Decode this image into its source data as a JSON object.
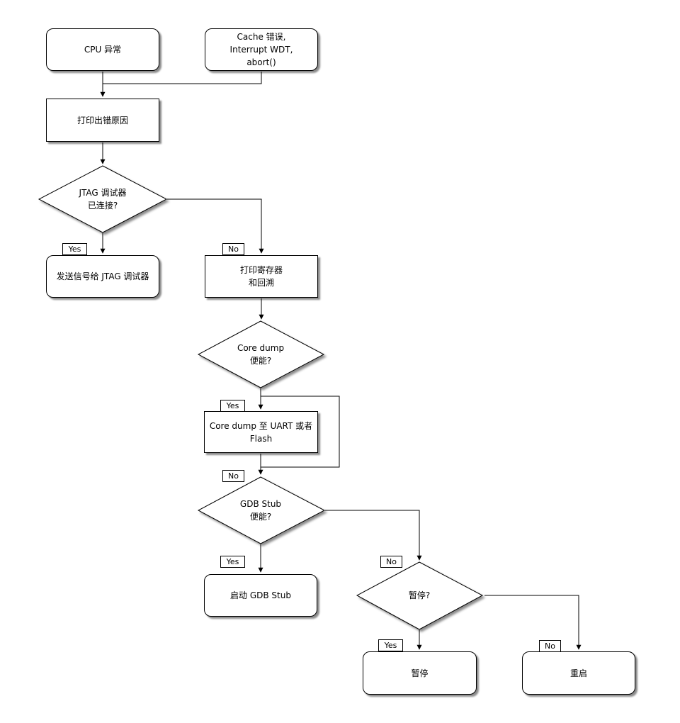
{
  "canvas": {
    "background": "#ffffff",
    "stroke_color": "#000000",
    "node_fill": "#ffffff",
    "shadow_color": "rgba(0,0,0,0.45)"
  },
  "nodes": {
    "cpu": {
      "label": "CPU 异常"
    },
    "cache": {
      "label": "Cache 错误,\nInterrupt WDT,\nabort()"
    },
    "print_reason": {
      "label": "打印出错原因"
    },
    "jtag_connected": {
      "label": "JTAG 调试器\n已连接?"
    },
    "send_signal": {
      "label": "发送信号给 JTAG 调试器"
    },
    "print_registers": {
      "label": "打印寄存器\n和回溯"
    },
    "coredump_enabled": {
      "label": "Core dump\n便能?"
    },
    "coredump_out": {
      "label": "Core dump 至 UART 或者 Flash"
    },
    "gdb_stub_enabled": {
      "label": "GDB Stub\n便能?"
    },
    "start_gdb_stub": {
      "label": "启动 GDB Stub"
    },
    "halt_question": {
      "label": "暂停?"
    },
    "halt": {
      "label": "暂停"
    },
    "reboot": {
      "label": "重启"
    }
  },
  "edge_labels": {
    "jtag_yes": "Yes",
    "jtag_no": "No",
    "coredump_yes": "Yes",
    "coredump_no": "No",
    "gdb_yes": "Yes",
    "gdb_no": "No",
    "halt_yes": "Yes",
    "halt_no": "No"
  }
}
